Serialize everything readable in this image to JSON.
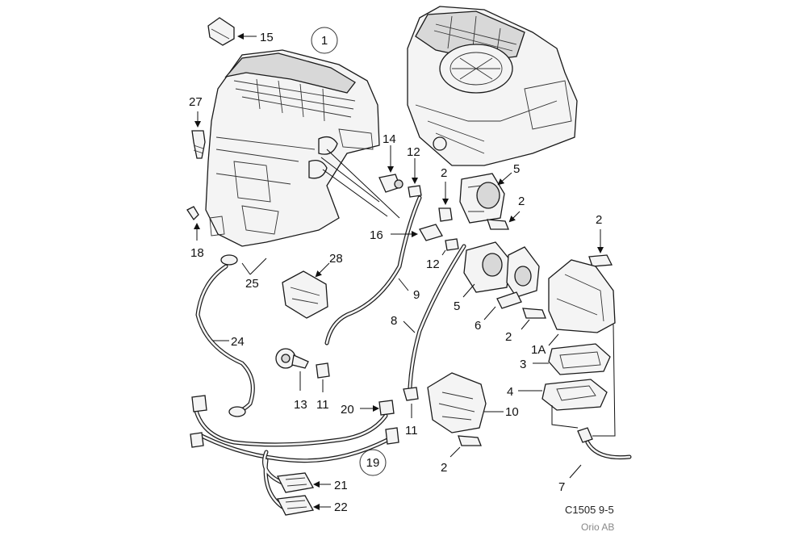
{
  "callouts": {
    "c1": "1",
    "c1A": "1A",
    "c2": "2",
    "c3": "3",
    "c4": "4",
    "c5": "5",
    "c6": "6",
    "c7": "7",
    "c8": "8",
    "c9": "9",
    "c10": "10",
    "c11": "11",
    "c12": "12",
    "c13": "13",
    "c14": "14",
    "c15": "15",
    "c16": "16",
    "c18": "18",
    "c19": "19",
    "c20": "20",
    "c21": "21",
    "c22": "22",
    "c24": "24",
    "c25": "25",
    "c27": "27",
    "c28": "28"
  },
  "caption": {
    "reference": "C1505 9-5",
    "company": "Orio AB"
  }
}
